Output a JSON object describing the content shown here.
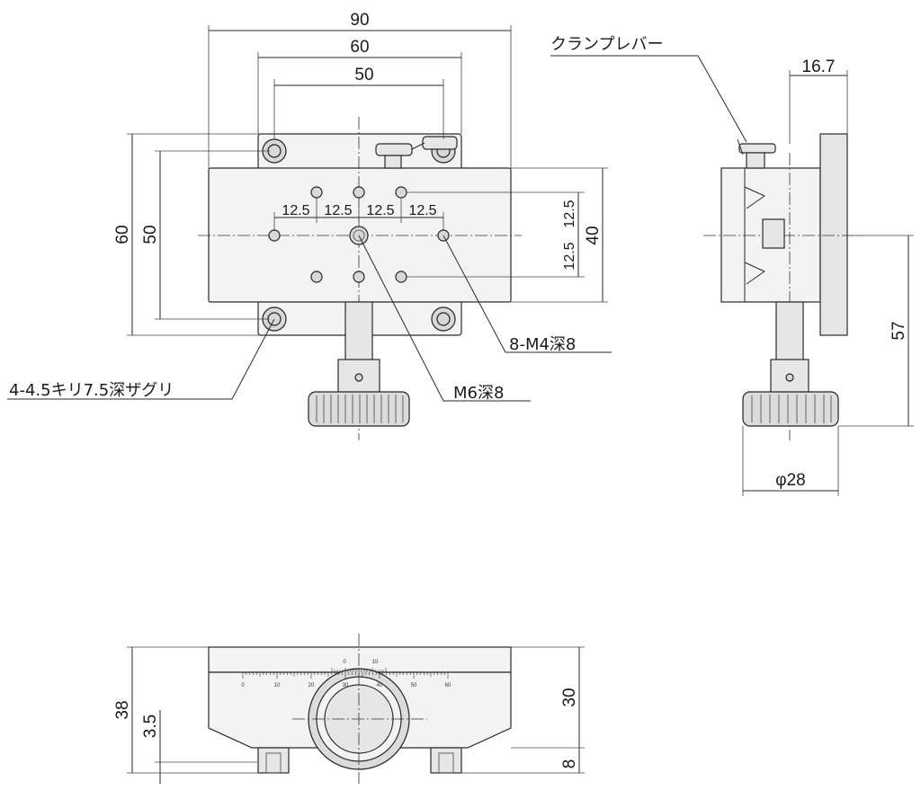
{
  "dimensions": {
    "top_width_90": "90",
    "top_width_60": "60",
    "top_width_50": "50",
    "pitch_1": "12.5",
    "pitch_2": "12.5",
    "pitch_3": "12.5",
    "pitch_4": "12.5",
    "vert_pitch_upper": "12.5",
    "vert_pitch_lower": "12.5",
    "height_40": "40",
    "height_60": "60",
    "height_50": "50",
    "side_16_7": "16.7",
    "side_57": "57",
    "knob_dia": "φ28",
    "front_38": "38",
    "front_3_5": "3.5",
    "front_30": "30",
    "front_8": "8"
  },
  "callouts": {
    "clamp_lever": "クランプレバー",
    "m4_tapped": "8-M4深8",
    "m6_tapped": "M6深8",
    "counterbore": "4-4.5キリ7.5深ザグリ"
  },
  "scale": {
    "ticks": [
      "0",
      "10",
      "20",
      "30",
      "40",
      "50",
      "60"
    ],
    "top_ticks": [
      "0",
      "10"
    ]
  }
}
